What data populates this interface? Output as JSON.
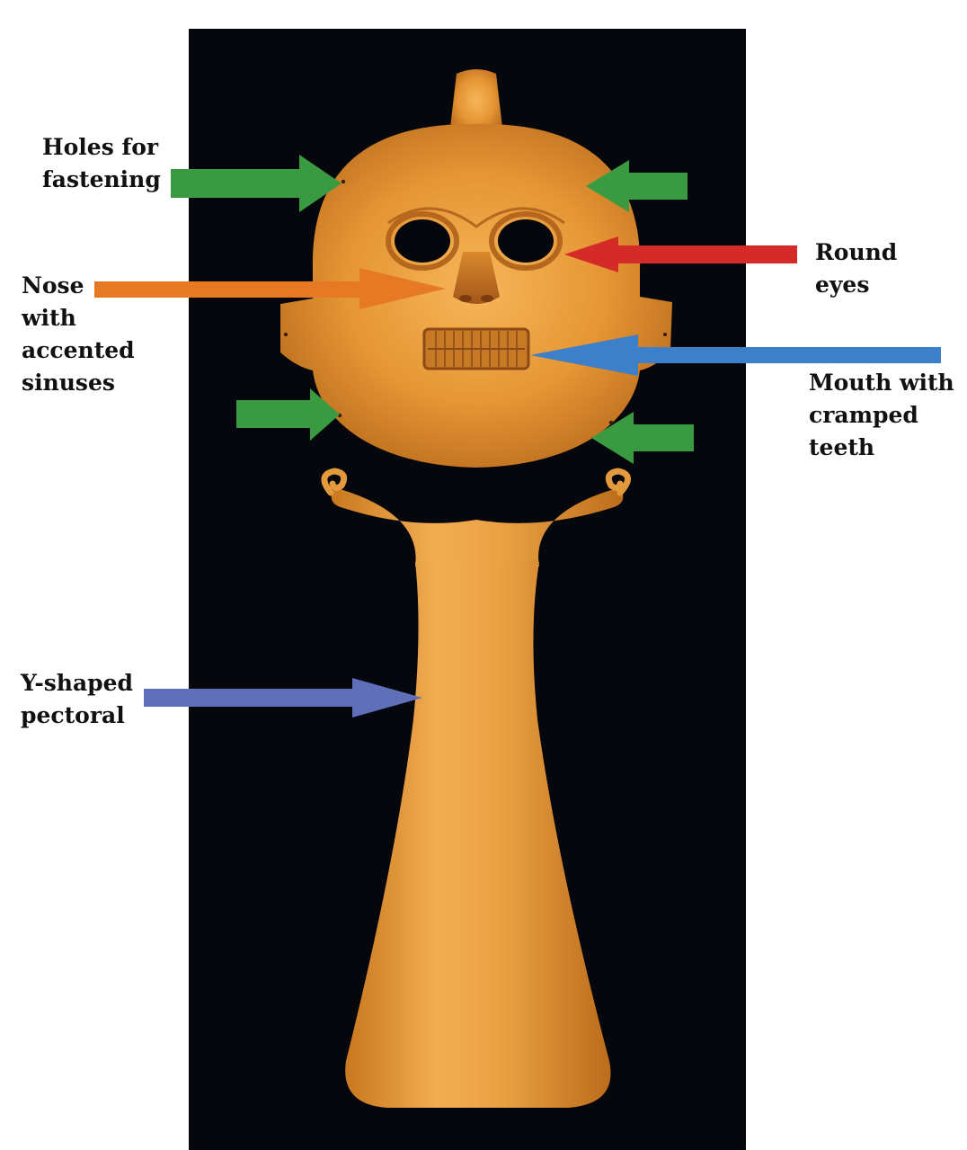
{
  "labels": {
    "holes": [
      "Holes for",
      "fastening"
    ],
    "nose": [
      "Nose",
      "with",
      "accented",
      "sinuses"
    ],
    "eyes": [
      "Round",
      "eyes"
    ],
    "mouth": [
      "Mouth with",
      "cramped",
      "teeth"
    ],
    "pectoral": [
      "Y-shaped",
      "pectoral"
    ]
  },
  "colors": {
    "background_panel": "#05070d",
    "gold_light": "#f3ae4c",
    "gold_mid": "#e39332",
    "gold_dark": "#b8691c",
    "arrow_green": "#3a9a42",
    "arrow_orange": "#e67a24",
    "arrow_red": "#d42a28",
    "arrow_blue": "#3d7fc9",
    "arrow_purple": "#5f6fb9"
  }
}
